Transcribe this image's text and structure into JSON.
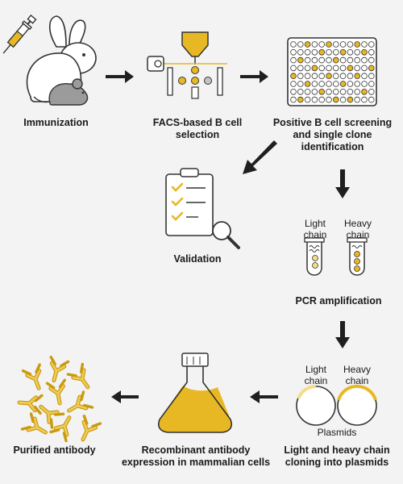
{
  "steps": {
    "immunization": "Immunization",
    "facs_line1": "FACS-based B cell",
    "facs_line2": "selection",
    "screening_line1": "Positive B cell screening",
    "screening_line2": "and single clone",
    "screening_line3": "identification",
    "validation": "Validation",
    "pcr": "PCR amplification",
    "cloning_line1": "Light and heavy chain",
    "cloning_line2": "cloning into plasmids",
    "expression_line1": "Recombinant antibody",
    "expression_line2": "expression in mammalian cells",
    "purified": "Purified antibody"
  },
  "tube_labels": {
    "light_1": "Light",
    "light_2": "chain",
    "heavy_1": "Heavy",
    "heavy_2": "chain"
  },
  "plasmid_labels": {
    "light_1": "Light",
    "light_2": "chain",
    "heavy_1": "Heavy",
    "heavy_2": "chain",
    "plasmids": "Plasmids"
  },
  "colors": {
    "accent": "#e8b824",
    "accent_light": "#f4dc8a",
    "outline": "#333333",
    "arrow": "#1f1f1f",
    "background": "#f3f3f3",
    "grey": "#9b9b9b"
  },
  "icons": {
    "immunization": "rabbit-mouse-syringe-icon",
    "facs": "facs-sorter-icon",
    "screening": "well-plate-icon",
    "validation": "clipboard-magnifier-icon",
    "pcr": "pcr-tubes-icon",
    "plasmids": "plasmid-icon",
    "flask": "flask-icon",
    "antibody": "antibody-icon"
  }
}
